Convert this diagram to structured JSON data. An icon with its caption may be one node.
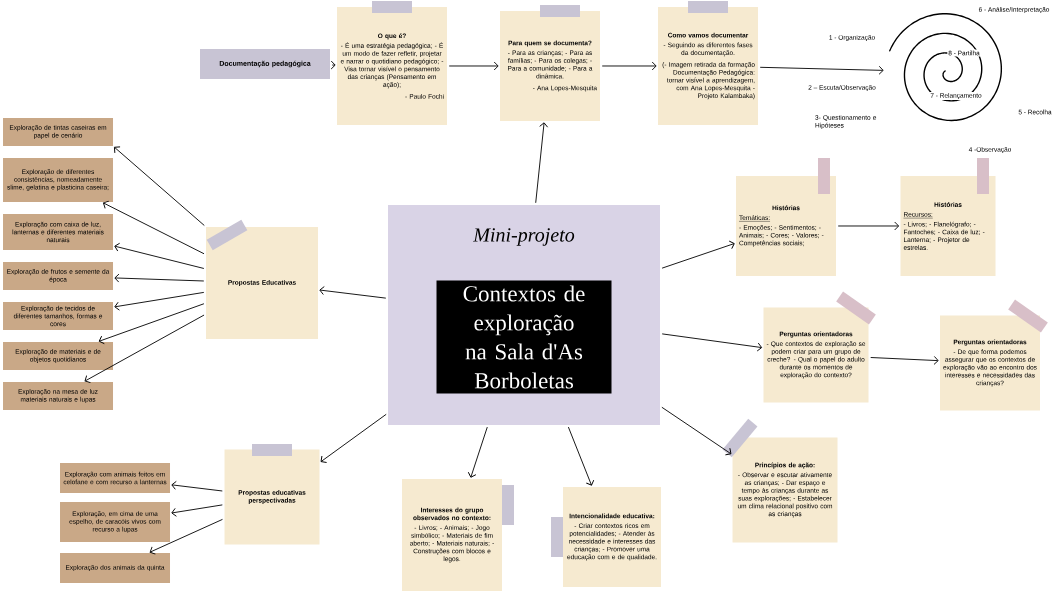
{
  "diagram": {
    "nodes": [
      {
        "text": [
          "Mini-projeto",
          "Contextos de exploração na Sala d'As Borboletas"
        ]
      },
      {
        "text": [
          "Documentação pedagógica"
        ]
      },
      {
        "text": [
          "O que é?",
          "- É uma estratégia pedagógica; - É um modo de fazer refletir, projetar e narrar o quotidiano pedagógico; - Visa tornar visível o pensamento das crianças (Pensamento em ação);",
          "- Paulo Fochi"
        ]
      },
      {
        "text": [
          "Para quem se documenta?",
          "- Para as crianças; - Para as famílias; - Para os colegas; - Para a comunidade; - Para a dinâmica.",
          "- Ana Lopes-Mesquita"
        ]
      },
      {
        "text": [
          "Como vamos documentar",
          "- Seguindo as diferentes fases da documentação.",
          "(- Imagem retirada da formação Documentação Pedagógica: tornar visível a aprendizagem, com Ana Lopes-Mesquita - Projeto Kalambaka)"
        ]
      },
      {
        "text": [],
        "shape": "picture"
      },
      {
        "text": [
          "Propostas Educativas"
        ]
      },
      {
        "text": [
          "Exploração de tintas caseiras em papel de cenário"
        ]
      },
      {
        "text": [
          "Exploração de diferentes consistências, nomeadamente slime, gelatina e plasticina caseira;"
        ]
      },
      {
        "text": [
          "Exploração com caixa de luz, lanternas e diferentes materiais naturais"
        ]
      },
      {
        "text": [
          "Exploração de frutos e semente da época"
        ]
      },
      {
        "text": [
          "Exploração de tecidos de diferentes tamanhos, formas e cores"
        ]
      },
      {
        "text": [
          "Exploração de materiais e de objetos quotidianos"
        ]
      },
      {
        "text": [
          "Exploração na mesa de luz materiais naturais e lupas"
        ]
      },
      {
        "text": [
          "Histórias",
          "Temáticas:",
          "- Emoções; - Sentimentos; - Animais; - Cores; - Valores; - Competências sociais;"
        ]
      },
      {
        "text": [
          "Histórias",
          "Recursos:",
          "- Livros; - Flanelógrafo; - Fantoches; - Caixa de luz; - Lanterna; - Projetor de estrelas."
        ]
      },
      {
        "text": [
          "Perguntas orientadoras",
          "- Que contextos de exploração se podem criar para um grupo de creche? - Qual o papel do adulto durante os momentos de exploração do contexto?"
        ]
      },
      {
        "text": [
          "Perguntas orientadoras",
          "- De que forma podemos assegurar que os contextos de exploração vão ao encontro dos interesses e necessidades das crianças?"
        ]
      },
      {
        "text": [
          "Princípios de ação:",
          "- Observar e escutar ativamente as crianças; - Dar espaço e tempo às crianças durante as suas explorações; - Estabelecer um clima relacional positivo com as crianças"
        ]
      },
      {
        "text": [
          "Propostas educativas perspectivadas"
        ]
      },
      {
        "text": [
          "Exploração com animais feitos em celofane e com recurso a lanternas"
        ]
      },
      {
        "text": [
          "Exploração, em cima de uma espelho, de caracóis vivos com recurso a lupas"
        ]
      },
      {
        "text": [
          "Exploração dos animais da quinta"
        ]
      },
      {
        "text": [
          "Interesses do grupo observados no contexto:",
          "- Livros; - Animais; - Jogo simbólico; - Materiais de fim aberto; - Materiais naturais; - Construções com blocos e legos."
        ]
      },
      {
        "text": [
          "Intencionalidade educativa:",
          "- Criar contextos ricos em potencialidades; - Atender às necessidade e interesses das crianças; - Promover uma educação com e de qualidade."
        ]
      }
    ],
    "edges": [
      {
        "from": 1,
        "to": 2,
        "arrow": "to"
      },
      {
        "from": 2,
        "to": 3,
        "arrow": "to"
      },
      {
        "from": 3,
        "to": 4,
        "arrow": "to"
      },
      {
        "from": 4,
        "to": 5,
        "arrow": "to"
      },
      {
        "from": 0,
        "to": 3,
        "arrow": "to"
      },
      {
        "from": 0,
        "to": 6,
        "arrow": "to"
      },
      {
        "from": 6,
        "to": 7,
        "arrow": "to"
      },
      {
        "from": 6,
        "to": 8,
        "arrow": "to"
      },
      {
        "from": 6,
        "to": 9,
        "arrow": "to"
      },
      {
        "from": 6,
        "to": 10,
        "arrow": "to"
      },
      {
        "from": 6,
        "to": 11,
        "arrow": "to"
      },
      {
        "from": 6,
        "to": 12,
        "arrow": "to"
      },
      {
        "from": 6,
        "to": 13,
        "arrow": "to"
      },
      {
        "from": 0,
        "to": 14,
        "arrow": "to"
      },
      {
        "from": 14,
        "to": 15,
        "arrow": "to"
      },
      {
        "from": 0,
        "to": 16,
        "arrow": "to"
      },
      {
        "from": 16,
        "to": 17,
        "arrow": "to"
      },
      {
        "from": 0,
        "to": 18,
        "arrow": "to"
      },
      {
        "from": 0,
        "to": 19,
        "arrow": "to"
      },
      {
        "from": 19,
        "to": 20,
        "arrow": "to"
      },
      {
        "from": 19,
        "to": 21,
        "arrow": "to"
      },
      {
        "from": 19,
        "to": 22,
        "arrow": "to"
      },
      {
        "from": 0,
        "to": 23,
        "arrow": "to"
      },
      {
        "from": 0,
        "to": 24,
        "arrow": "to"
      }
    ],
    "labels": [
      "1 - Organização",
      "2 – Escuta/Observação",
      "3- Questionamento e Hipóteses",
      "4 -Observação",
      "5 - Recolha",
      "6 - Análise/Interpretação",
      "7 - Relançamento",
      "8 - Partilha"
    ]
  }
}
